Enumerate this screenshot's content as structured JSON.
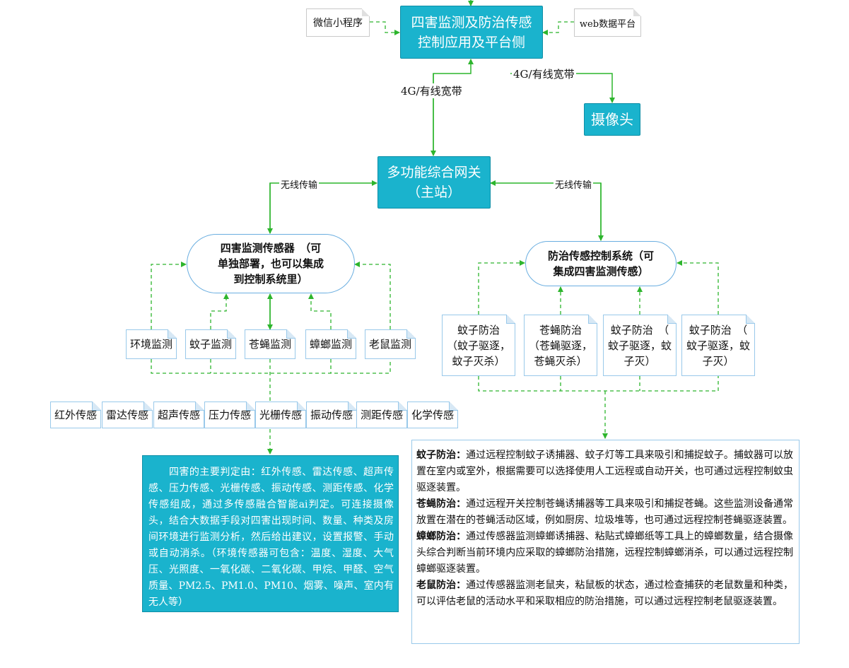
{
  "colors": {
    "accent": "#1ab3cd",
    "line": "#2db52d",
    "note_border": "#99c9ea"
  },
  "platform": {
    "line1": "四害监测及防治传感",
    "line2": "控制应用及平台侧"
  },
  "wechat": "微信小程序",
  "web": "web数据平台",
  "camera": "摄像头",
  "link_label_left": "4G/有线宽带",
  "link_label_right": "4G/有线宽带",
  "gateway": {
    "line1": "多功能综合网关",
    "line2": "（主站）"
  },
  "wireless_left": "无线传输",
  "wireless_right": "无线传输",
  "monitor_node": {
    "line1": "四害监测传感器　（可",
    "line2": "单独部署，也可以集成",
    "line3": "到控制系统里）"
  },
  "control_node": {
    "line1": "防治传感控制系统（可",
    "line2": "集成四害监测传感）"
  },
  "monitor_items": [
    "环境监测",
    "蚊子监测",
    "苍蝇监测",
    "蟑螂监测",
    "老鼠监测"
  ],
  "control_items": [
    {
      "l1": "蚊子防治",
      "l2": "（蚊子驱逐，",
      "l3": "蚊子灭杀）"
    },
    {
      "l1": "苍蝇防治",
      "l2": "（苍蝇驱逐，",
      "l3": "苍蝇灭杀）"
    },
    {
      "l1": "蚊子防治　（",
      "l2": "蚊子驱逐，蚊",
      "l3": "子灭）"
    },
    {
      "l1": "蚊子防治　（",
      "l2": "蚊子驱逐，蚊",
      "l3": "子灭）"
    }
  ],
  "sensors": [
    "红外传感",
    "雷达传感",
    "超声传感",
    "压力传感",
    "光栅传感",
    "振动传感",
    "测距传感",
    "化学传感"
  ],
  "judge_text": "　　四害的主要判定由：红外传感、雷达传感、超声传感、压力传感、光栅传感、振动传感、测距传感、化学传感组成，通过多传感融合智能ai判定。可连接摄像头，结合大数据手段对四害出现时间、数量、种类及房间环境进行监测分析，然后给出建议，设置报警、手动或自动消杀。（环境传感器可包含：温度、湿度、大气压、光照度、一氧化碳、二氧化碳、甲烷、甲醛、空气质量、PM2.5、PM1.0、PM10、烟雾、噪声、室内有无人等）",
  "desc": [
    {
      "title": "蚊子防治：",
      "text": "通过远程控制蚊子诱捕器、蚊子灯等工具来吸引和捕捉蚊子。捕蚊器可以放置在室内或室外，根据需要可以选择使用人工远程或自动开关，也可通过远程控制蚊虫驱逐装置。"
    },
    {
      "title": "苍蝇防治：",
      "text": "通过远程开关控制苍蝇诱捕器等工具来吸引和捕捉苍蝇。这些监测设备通常放置在潜在的苍蝇活动区域，例如厨房、垃圾堆等，也可通过远程控制苍蝇驱逐装置。"
    },
    {
      "title": "蟑螂防治：",
      "text": "通过传感器监测蟑螂诱捕器、粘贴式蟑螂纸等工具上的蟑螂数量，结合摄像头综合判断当前环境内应采取的蟑螂防治措施，远程控制蟑螂消杀，可以通过远程控制蟑螂驱逐装置。"
    },
    {
      "title": "老鼠防治：",
      "text": "通过传感器监测老鼠夹，粘鼠板的状态，通过检查捕获的老鼠数量和种类，可以评估老鼠的活动水平和采取相应的防治措施，可以通过远程控制老鼠驱逐装置。"
    }
  ]
}
